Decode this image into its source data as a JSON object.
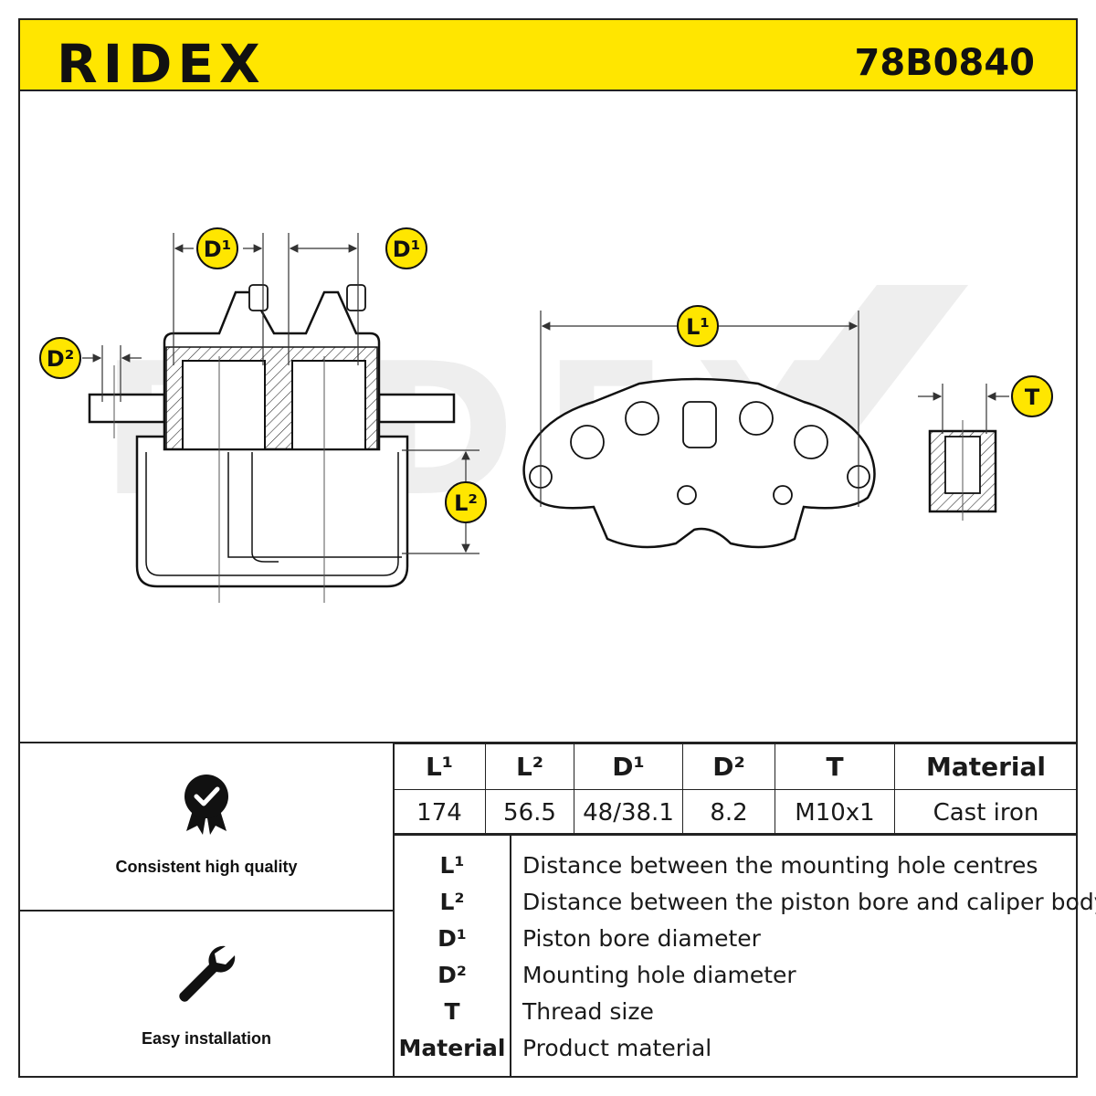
{
  "header": {
    "brand": "RIDEX",
    "part_number": "78B0840"
  },
  "drawing": {
    "labels": {
      "d1_left": "D¹",
      "d1_right": "D¹",
      "d2": "D²",
      "l1": "L¹",
      "l2": "L²",
      "t": "T"
    },
    "watermark": "RIDEX"
  },
  "features": [
    {
      "label": "Consistent high quality",
      "icon": "quality-badge-icon"
    },
    {
      "label": "Easy installation",
      "icon": "wrench-icon"
    }
  ],
  "specs": {
    "headers": [
      "L¹",
      "L²",
      "D¹",
      "D²",
      "T",
      "Material"
    ],
    "values": [
      "174",
      "56.5",
      "48/38.1",
      "8.2",
      "M10x1",
      "Cast iron"
    ]
  },
  "legend": [
    {
      "key": "L¹",
      "desc": "Distance between the mounting hole centres"
    },
    {
      "key": "L²",
      "desc": "Distance between the piston bore and caliper body"
    },
    {
      "key": "D¹",
      "desc": "Piston bore diameter"
    },
    {
      "key": "D²",
      "desc": "Mounting hole diameter"
    },
    {
      "key": "T",
      "desc": "Thread size"
    },
    {
      "key": "Material",
      "desc": "Product material"
    }
  ]
}
